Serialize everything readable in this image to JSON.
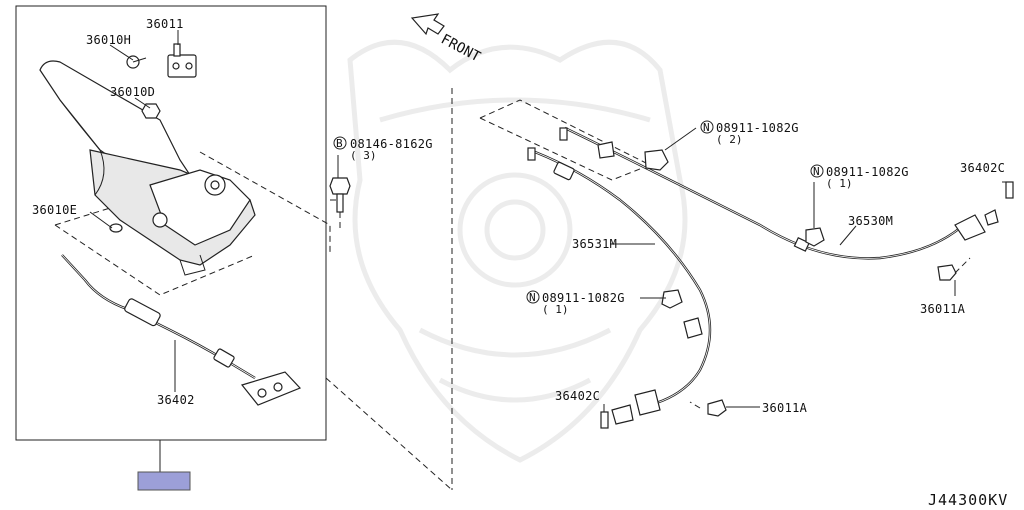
{
  "diagram_code": "J44300KV",
  "front_label": "FRONT",
  "parts": {
    "p36011": "36011",
    "p36010H": "36010H",
    "p36010D": "36010D",
    "p36010E": "36010E",
    "p36402": "36402",
    "bolt_08146": "08146-8162G",
    "bolt_08146_qty": "( 3)",
    "bolt_08146_prefix": "B",
    "nut_a": "08911-1082G",
    "nut_a_qty": "( 2)",
    "nut_b": "08911-1082G",
    "nut_b_qty": "( 1)",
    "nut_c": "08911-1082G",
    "nut_c_qty": "( 1)",
    "nut_prefix": "N",
    "p36402C_right": "36402C",
    "p36530M": "36530M",
    "p36531M": "36531M",
    "p36011A_right": "36011A",
    "p36402C_bottom": "36402C",
    "p36011A_bottom": "36011A"
  },
  "colors": {
    "highlight": "#9c9fd8",
    "line": "#222222",
    "watermark": "#ececec"
  }
}
